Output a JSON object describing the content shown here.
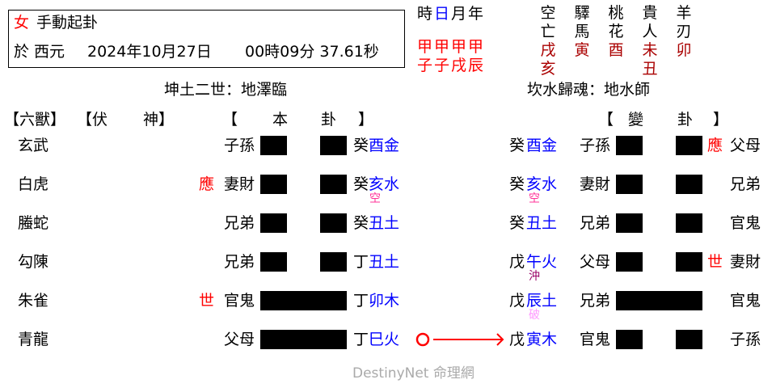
{
  "header_box": {
    "gender": "女",
    "title": "手動起卦",
    "prefix": "於 西元",
    "date": "2024年10月27日",
    "time": "00時09分 37.61秒"
  },
  "ganzhi": {
    "labels": [
      "時",
      "日",
      "月",
      "年"
    ],
    "stems": [
      "甲",
      "甲",
      "甲",
      "甲"
    ],
    "branches": [
      "子",
      "子",
      "戌",
      "辰"
    ],
    "highlight_label_index": 1
  },
  "shensha": [
    {
      "name": [
        "空",
        "亡"
      ],
      "values": [
        "戌",
        "亥"
      ]
    },
    {
      "name": [
        "驛",
        "馬"
      ],
      "values": [
        "寅"
      ]
    },
    {
      "name": [
        "桃",
        "花"
      ],
      "values": [
        "酉"
      ]
    },
    {
      "name": [
        "貴",
        "人"
      ],
      "values": [
        "未",
        "丑"
      ]
    },
    {
      "name": [
        "羊",
        "刃"
      ],
      "values": [
        "卯"
      ]
    }
  ],
  "gua": {
    "ben_name": "坤土二世：地澤臨",
    "bian_name": "坎水歸魂：地水師"
  },
  "headers": {
    "liushou": "【六獸】",
    "fushen_open": "【伏",
    "fushen_close": "神】",
    "ben": [
      "【",
      "本",
      "卦",
      "】"
    ],
    "bian": [
      "【",
      "變",
      "卦",
      "】"
    ]
  },
  "rows": [
    {
      "beast": "玄武",
      "ben": {
        "marker": "",
        "relation": "子孫",
        "line": "yin",
        "stem": "癸",
        "branch": "酉金",
        "note": ""
      },
      "bian": {
        "stem": "癸",
        "branch": "酉金",
        "note": "",
        "relation": "子孫",
        "line": "yin",
        "marker": "應",
        "palace_relation": "父母"
      }
    },
    {
      "beast": "白虎",
      "ben": {
        "marker": "應",
        "relation": "妻財",
        "line": "yin",
        "stem": "癸",
        "branch": "亥水",
        "note": "空"
      },
      "bian": {
        "stem": "癸",
        "branch": "亥水",
        "note": "空",
        "relation": "妻財",
        "line": "yin",
        "marker": "",
        "palace_relation": "兄弟"
      }
    },
    {
      "beast": "螣蛇",
      "ben": {
        "marker": "",
        "relation": "兄弟",
        "line": "yin",
        "stem": "癸",
        "branch": "丑土",
        "note": ""
      },
      "bian": {
        "stem": "癸",
        "branch": "丑土",
        "note": "",
        "relation": "兄弟",
        "line": "yin",
        "marker": "",
        "palace_relation": "官鬼"
      }
    },
    {
      "beast": "勾陳",
      "ben": {
        "marker": "",
        "relation": "兄弟",
        "line": "yin",
        "stem": "丁",
        "branch": "丑土",
        "note": ""
      },
      "bian": {
        "stem": "戊",
        "branch": "午火",
        "note": "沖",
        "relation": "父母",
        "line": "yin",
        "marker": "世",
        "palace_relation": "妻財"
      }
    },
    {
      "beast": "朱雀",
      "ben": {
        "marker": "世",
        "relation": "官鬼",
        "line": "yang",
        "stem": "丁",
        "branch": "卯木",
        "note": ""
      },
      "bian": {
        "stem": "戊",
        "branch": "辰土",
        "note": "破",
        "relation": "兄弟",
        "line": "yang",
        "marker": "",
        "palace_relation": "官鬼"
      }
    },
    {
      "beast": "青龍",
      "ben": {
        "marker": "",
        "relation": "父母",
        "line": "yang",
        "stem": "丁",
        "branch": "巳火",
        "note": "",
        "moving": "〇"
      },
      "bian": {
        "stem": "戊",
        "branch": "寅木",
        "note": "",
        "relation": "官鬼",
        "line": "yin",
        "marker": "",
        "palace_relation": "子孫"
      }
    }
  ],
  "colors": {
    "marker": "#ff0000",
    "branch": "#0000ff",
    "shensha_value": "#aa0000",
    "note_kong": "#ff3399",
    "note_chong": "#990066",
    "note_po": "#ff99ff",
    "moving_arrow": "#ff0000"
  },
  "watermark": "DestinyNet 命理網"
}
